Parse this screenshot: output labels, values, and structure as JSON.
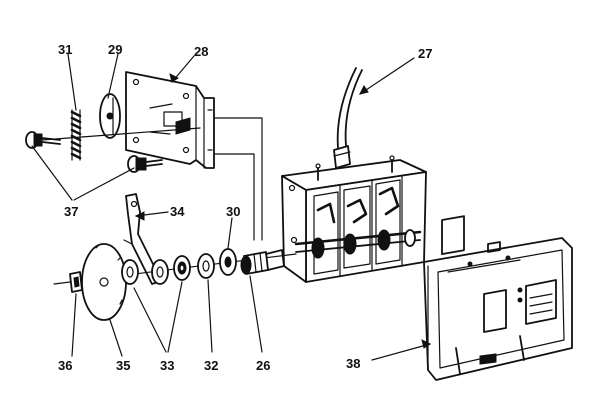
{
  "diagram": {
    "callouts": {
      "c31": "31",
      "c29": "29",
      "c28": "28",
      "c27": "27",
      "c37": "37",
      "c34": "34",
      "c30": "30",
      "c36": "36",
      "c35": "35",
      "c33": "33",
      "c32": "32",
      "c26": "26",
      "c38": "38"
    },
    "colors": {
      "ink": "#111111",
      "paper": "#ffffff"
    }
  }
}
